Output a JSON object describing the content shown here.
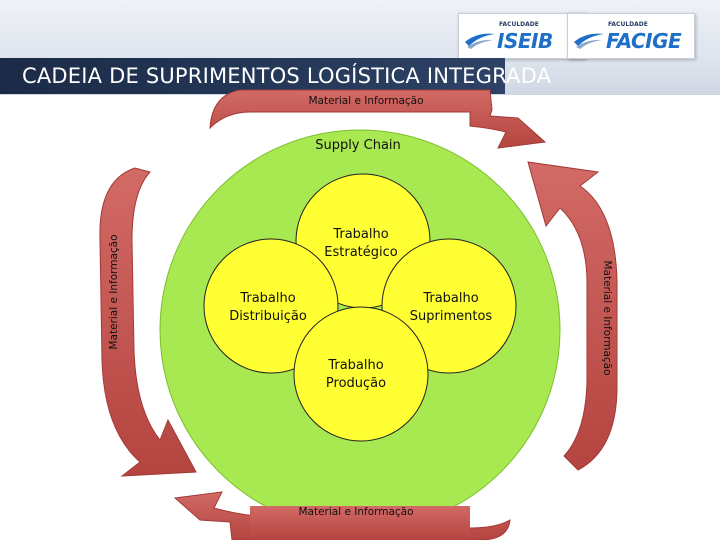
{
  "header": {
    "title": "CADEIA DE SUPRIMENTOS LOGÍSTICA INTEGRADA",
    "logos": [
      {
        "small": "FACULDADE",
        "name": "ISEIB"
      },
      {
        "small": "FACULDADE",
        "name": "FACIGE"
      }
    ]
  },
  "diagram": {
    "outer_label": "Supply Chain",
    "arrows": {
      "top": "Material e Informação",
      "bottom": "Material e Informação",
      "left": "Material e Informação",
      "right": "Material e Informação"
    },
    "circles": {
      "top": [
        "Trabalho",
        "Estratégico"
      ],
      "left": [
        "Trabalho",
        "Distribuição"
      ],
      "right": [
        "Trabalho",
        "Suprimentos"
      ],
      "bottom": [
        "Trabalho",
        "Produção"
      ]
    },
    "colors": {
      "outer_circle": "#a8e850",
      "inner_circle": "#ffff33",
      "arrow": "#c0504d",
      "title_bar": "#1f3150"
    }
  }
}
